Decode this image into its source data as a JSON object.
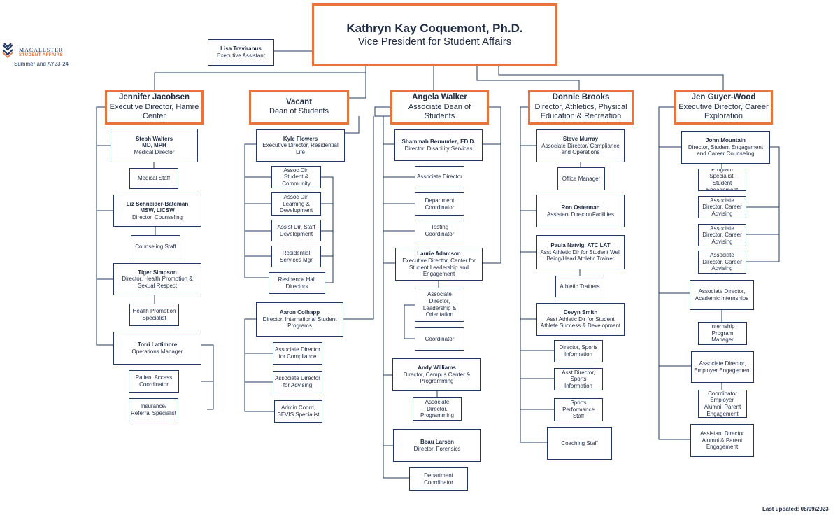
{
  "brand": {
    "name": "MACALESTER",
    "unit": "STUDENT AFFAIRS",
    "subtitle": "Summer and AY23-24"
  },
  "footer": {
    "last_updated": "Last updated: 08/09/2023"
  },
  "top": {
    "name": "Kathryn Kay Coquemont, Ph.D.",
    "title": "Vice President for Student Affairs"
  },
  "assistant": {
    "name": "Lisa Treviranus",
    "title": "Executive Assistant"
  },
  "col1": {
    "head": {
      "name": "Jennifer Jacobsen",
      "title": "Executive Director, Hamre Center"
    },
    "steph": {
      "name": "Steph Walters",
      "name2": "MD, MPH",
      "title": "Medical Director"
    },
    "medstaff": {
      "title": "Medical Staff"
    },
    "liz": {
      "name": "Liz Schneider-Bateman",
      "name2": "MSW, LICSW",
      "title": "Director, Counseling"
    },
    "counsel": {
      "title": "Counseling Staff"
    },
    "tiger": {
      "name": "Tiger Simpson",
      "title": "Director, Health Promotion & Sexual Respect"
    },
    "healthspec": {
      "title": "Health Promotion Specialist"
    },
    "torri": {
      "name": "Torri Lattimore",
      "title": "Operations Manager"
    },
    "patient": {
      "title": "Patient Access Coordinator"
    },
    "insurance": {
      "title": "Insurance/ Referral Specialist"
    }
  },
  "col2": {
    "head": {
      "name": "Vacant",
      "title": "Dean of Students"
    },
    "kyle": {
      "name": "Kyle Flowers",
      "title": "Executive Director, Residential Life"
    },
    "assoc_sc": {
      "title": "Assoc Dir, Student & Community"
    },
    "assoc_ld": {
      "title": "Assoc Dir, Learning & Development"
    },
    "asst_sd": {
      "title": "Assist Dir, Staff Development"
    },
    "resmgr": {
      "title": "Residential Services Mgr"
    },
    "hall": {
      "title": "Residence Hall Directors"
    },
    "aaron": {
      "name": "Aaron Colhapp",
      "title": "Director, International Student Programs"
    },
    "ad_comp": {
      "title": "Associate Director for Compliance"
    },
    "ad_adv": {
      "title": "Associate Director for Advising"
    },
    "sevis": {
      "title": "Admin Coord, SEVIS Specialist"
    }
  },
  "col3": {
    "head": {
      "name": "Angela Walker",
      "title": "Associate Dean of Students"
    },
    "shammah": {
      "name": "Shammah Bermudez, ED.D.",
      "title": "Director, Disability Services"
    },
    "assocdir": {
      "title": "Associate Director"
    },
    "deptcoord": {
      "title": "Department Coordinator"
    },
    "testing": {
      "title": "Testing Coordinator"
    },
    "laurie": {
      "name": "Laurie Adamson",
      "title": "Executive Director, Center for Student Leadership and Engagement"
    },
    "ad_lo": {
      "title": "Associate Director, Leadership & Orientation"
    },
    "coord": {
      "title": "Coordinator"
    },
    "andy": {
      "name": "Andy Williams",
      "title": "Director, Campus Center & Programming"
    },
    "ad_prog": {
      "title": "Associate Director, Programming"
    },
    "beau": {
      "name": "Beau Larsen",
      "title": "Director, Forensics"
    },
    "deptcoord2": {
      "title": "Department Coordinator"
    }
  },
  "col4": {
    "head": {
      "name": "Donnie Brooks",
      "title": "Director, Athletics, Physical Education & Recreation"
    },
    "steve": {
      "name": "Steve Murray",
      "title": "Associate Director/ Compliance and Operations"
    },
    "office": {
      "title": "Office  Manager"
    },
    "ron": {
      "name": "Ron Osterman",
      "title": "Assistant Director/Facilities"
    },
    "paula": {
      "name": "Paula Natvig, ATC LAT",
      "title": "Asst Athletic Dir for Student Well Being/Head Athletic Trainer"
    },
    "trainers": {
      "title": "Athletic Trainers"
    },
    "devyn": {
      "name": "Devyn Smith",
      "title": "Asst Athletic Dir for Student Athlete Success & Development"
    },
    "dir_si": {
      "title": "Director, Sports Information"
    },
    "asst_si": {
      "title": "Asst Director, Sports Information"
    },
    "perf": {
      "title": "Sports Performance Staff"
    },
    "coaching": {
      "title": "Coaching Staff"
    }
  },
  "col5": {
    "head": {
      "name": "Jen Guyer-Wood",
      "title": "Executive Director, Career Exploration"
    },
    "john": {
      "name": "John Mountain",
      "title": "Director, Student Engagement and Career Counseling"
    },
    "progspec": {
      "title": "Program Specialist, Student Engagement"
    },
    "adca1": {
      "title": "Associate Director, Career Advising"
    },
    "adca2": {
      "title": "Associate Director, Career Advising"
    },
    "adca3": {
      "title": "Associate Director, Career Advising"
    },
    "adai": {
      "title": "Associate Director, Academic Internships"
    },
    "ipm": {
      "title": "Internship Program Manager"
    },
    "adee": {
      "title": "Associate Director, Employer Engagement"
    },
    "coordeap": {
      "title": "Coordinator Employer, Alumni, Parent Engagement"
    },
    "asstdir": {
      "title": "Assistant Director Alumni & Parent Engagement"
    }
  },
  "colors": {
    "accent": "#e8743b",
    "line": "#1f3864",
    "text": "#1f2a44"
  }
}
